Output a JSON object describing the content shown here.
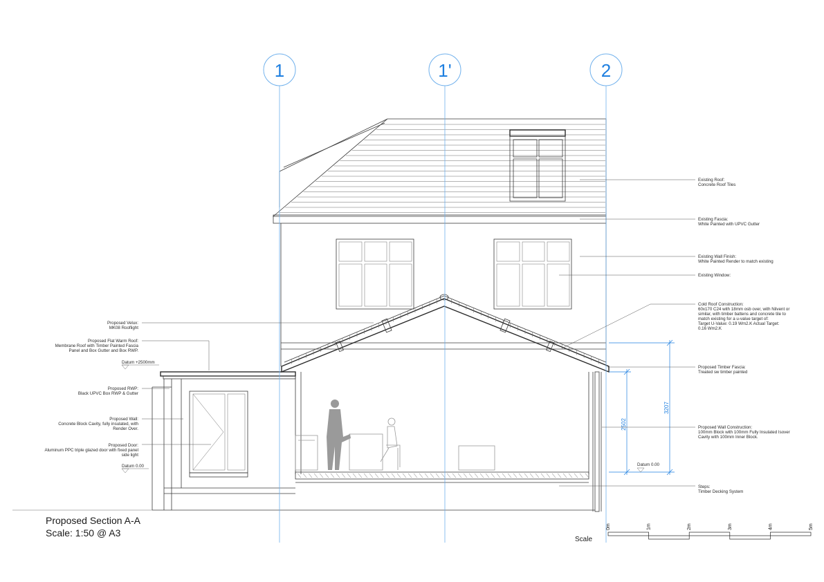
{
  "grid": {
    "labels": [
      "1",
      "1'",
      "2"
    ]
  },
  "title": {
    "main": "Proposed Section A-A",
    "scale": "Scale: 1:50 @ A3"
  },
  "scale_bar": {
    "label": "Scale",
    "ticks": [
      "0m",
      "1m",
      "2m",
      "3m",
      "4m",
      "5m"
    ]
  },
  "dimensions": {
    "height_inner": "2502",
    "height_overall": "3207"
  },
  "datums": {
    "upper": "Datum +2500mm",
    "left_zero": "Datum 0.00",
    "right_zero": "Datum 0.00"
  },
  "notes_left": [
    {
      "lines": [
        "Proposed Velux:",
        "MK08 Rooflight"
      ]
    },
    {
      "lines": [
        "Proposed Flat Warm Roof:",
        "Membrane Roof with Timber Painted Fascia",
        "Panel and Box Gutter and Box RWP."
      ]
    },
    {
      "lines": [
        "Proposed RWP:",
        "Black UPVC Box RWP & Gutter"
      ]
    },
    {
      "lines": [
        "Proposed Wall:",
        "Concrete Block Cavity, fully insulated, with",
        "Render Over."
      ]
    },
    {
      "lines": [
        "Proposed Door:",
        "Aluminum PPC triple glazed door with fixed panel",
        "side light"
      ]
    }
  ],
  "notes_right": [
    {
      "lines": [
        "Existing Roof:",
        "Concrete Roof Tiles"
      ]
    },
    {
      "lines": [
        "Existing Fascia:",
        "White Painted with UPVC Gutter"
      ]
    },
    {
      "lines": [
        "Existing Wall Finish:",
        "White Painted Render to match existing"
      ]
    },
    {
      "lines": [
        "Existing Window:"
      ]
    },
    {
      "lines": [
        "Cold Roof Construction:",
        "60x170 C24 with 18mm osb over, with Nilvent or",
        "similar, with timber battens and concrete tile to",
        "match existing for a u-value target of:",
        "Target U-Value:  0.19 Wm2.K Actual Target:",
        "0.16 Wm2.K"
      ]
    },
    {
      "lines": [
        "Proposed Timber Fascia:",
        "Treated sw timber painted"
      ]
    },
    {
      "lines": [
        "Proposed Wall Construction:",
        "100mm Block with 100mm Fully Insulated Isover",
        "Cavity with 100mm Inner Block."
      ]
    },
    {
      "lines": [
        "Steps:",
        "Timber Decking System"
      ]
    }
  ]
}
